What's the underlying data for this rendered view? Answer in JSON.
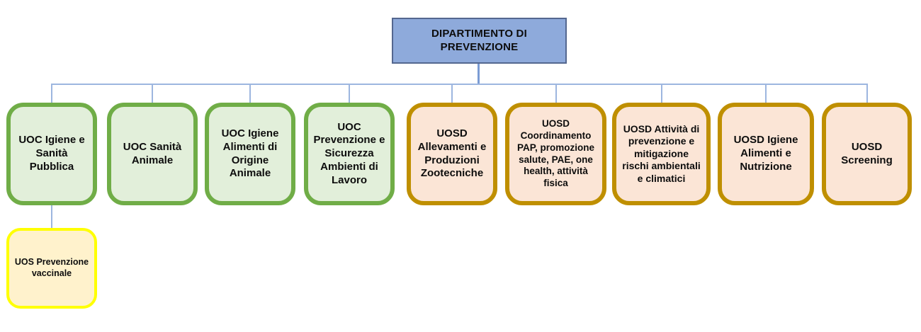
{
  "diagram": {
    "title": "Organigramma Dipartimento di Prevenzione",
    "root": {
      "label": "DIPARTIMENTO DI PREVENZIONE",
      "type": "Dipartimento"
    },
    "nodes": [
      {
        "label": "UOC Igiene e Sanità Pubblica",
        "type": "UOC"
      },
      {
        "label": "UOC Sanità Animale",
        "type": "UOC"
      },
      {
        "label": "UOC Igiene Alimenti di Origine Animale",
        "type": "UOC"
      },
      {
        "label": "UOC Prevenzione e Sicurezza Ambienti di Lavoro",
        "type": "UOC"
      },
      {
        "label": "UOSD Allevamenti e Produzioni Zootecniche",
        "type": "UOSD"
      },
      {
        "label": "UOSD Coordinamento PAP, promozione salute, PAE, one health, attività fisica",
        "type": "UOSD"
      },
      {
        "label": "UOSD Attività di prevenzione e mitigazione rischi ambientali e climatici",
        "type": "UOSD"
      },
      {
        "label": "UOSD Igiene Alimenti e Nutrizione",
        "type": "UOSD"
      },
      {
        "label": "UOSD Screening",
        "type": "UOSD"
      }
    ],
    "sub": {
      "label": "UOS Prevenzione vaccinale",
      "type": "UOS",
      "parent": "UOC Igiene e Sanità Pubblica"
    }
  },
  "colors": {
    "background": "#FFFFFF",
    "root_fill": "#8EAADB",
    "root_border": "#54678F",
    "uoc_fill": "#E2EFDA",
    "uoc_border": "#70AD47",
    "uosd_fill": "#FBE5D6",
    "uosd_border": "#BF8F00",
    "uos_fill": "#FFF2CC",
    "uos_border": "#FFFF00",
    "connector": "#9DB6DF",
    "connector_trunk": "#7B9CD4",
    "text": "#0D0D0D"
  }
}
